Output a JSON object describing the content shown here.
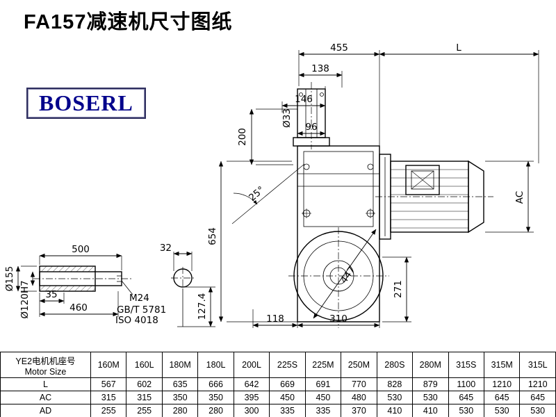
{
  "title": "FA157减速机尺寸图纸",
  "logo_text": "BOSERL",
  "dims": {
    "d455": "455",
    "L": "L",
    "d138": "138",
    "d146": "146",
    "d96": "96",
    "dia33": "Ø33",
    "d200": "200",
    "ang25": "25°",
    "d654": "654",
    "AC": "AC",
    "d447": "447",
    "d271": "271",
    "d118": "118",
    "d310": "310",
    "d127_4": "127.4",
    "d500": "500",
    "d32": "32",
    "dia155": "Ø155",
    "dia120": "Ø120H7",
    "d35": "35",
    "d460": "460",
    "m24": "M24",
    "gbt": "GB/T 5781",
    "iso": "ISO 4018"
  },
  "table": {
    "motor_size_cn": "YE2电机机座号",
    "motor_size_en": "Motor Size",
    "sizes": [
      "160M",
      "160L",
      "180M",
      "180L",
      "200L",
      "225S",
      "225M",
      "250M",
      "280S",
      "280M",
      "315S",
      "315M",
      "315L"
    ],
    "rows": [
      {
        "label": "L",
        "values": [
          567,
          602,
          635,
          666,
          642,
          669,
          691,
          770,
          828,
          879,
          1100,
          1210,
          1210
        ]
      },
      {
        "label": "AC",
        "values": [
          315,
          315,
          350,
          350,
          395,
          450,
          450,
          480,
          530,
          530,
          645,
          645,
          645
        ]
      },
      {
        "label": "AD",
        "values": [
          255,
          255,
          280,
          280,
          300,
          335,
          335,
          370,
          410,
          410,
          530,
          530,
          530
        ]
      }
    ]
  }
}
